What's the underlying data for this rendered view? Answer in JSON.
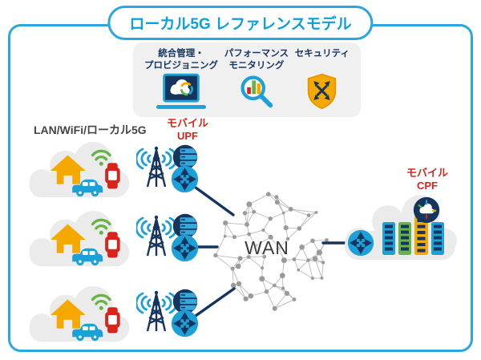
{
  "title": "ローカル5G レファレンスモデル",
  "wan_label": "WAN",
  "access_label": "LAN/WiFi/ローカル5G",
  "upf_label": "モバイル\nUPF",
  "cpf_label": "モバイル\nCPF",
  "management_panel": {
    "items": [
      {
        "label": "統合管理・\nプロビジョニング",
        "icon": "laptop-cloud-sync-icon"
      },
      {
        "label": "パフォーマンス\nモニタリング",
        "icon": "magnifier-bar-chart-icon"
      },
      {
        "label": "セキュリティ",
        "icon": "shield-arrows-icon"
      }
    ]
  },
  "access_sites": {
    "count": 3,
    "device_icons": [
      "wifi-icon",
      "home-icon",
      "smartwatch-icon",
      "car-icon"
    ],
    "equipment_icons": [
      "antenna-tower-icon",
      "server-disk-icon",
      "router-icon"
    ]
  },
  "core_cloud": {
    "equipment_icons": [
      "router-icon",
      "cloud-controller-icon",
      "server-rack-icon"
    ],
    "server_rack_colors": [
      "#1BA0D7",
      "#67B345",
      "#F5A800",
      "#1BA0D7"
    ]
  },
  "colors": {
    "border-blue": "#2BA6DE",
    "title-blue": "#0AA0DC",
    "navy": "#15355E",
    "cyan": "#1BA0D7",
    "red": "#D8251C",
    "orange": "#F5A800",
    "green": "#67B345",
    "cloud-gray": "#EBEBEC",
    "panel-gray": "#F0F0F1",
    "mesh-gray": "#ABABAB",
    "wan-text": "#3B3B3B"
  }
}
